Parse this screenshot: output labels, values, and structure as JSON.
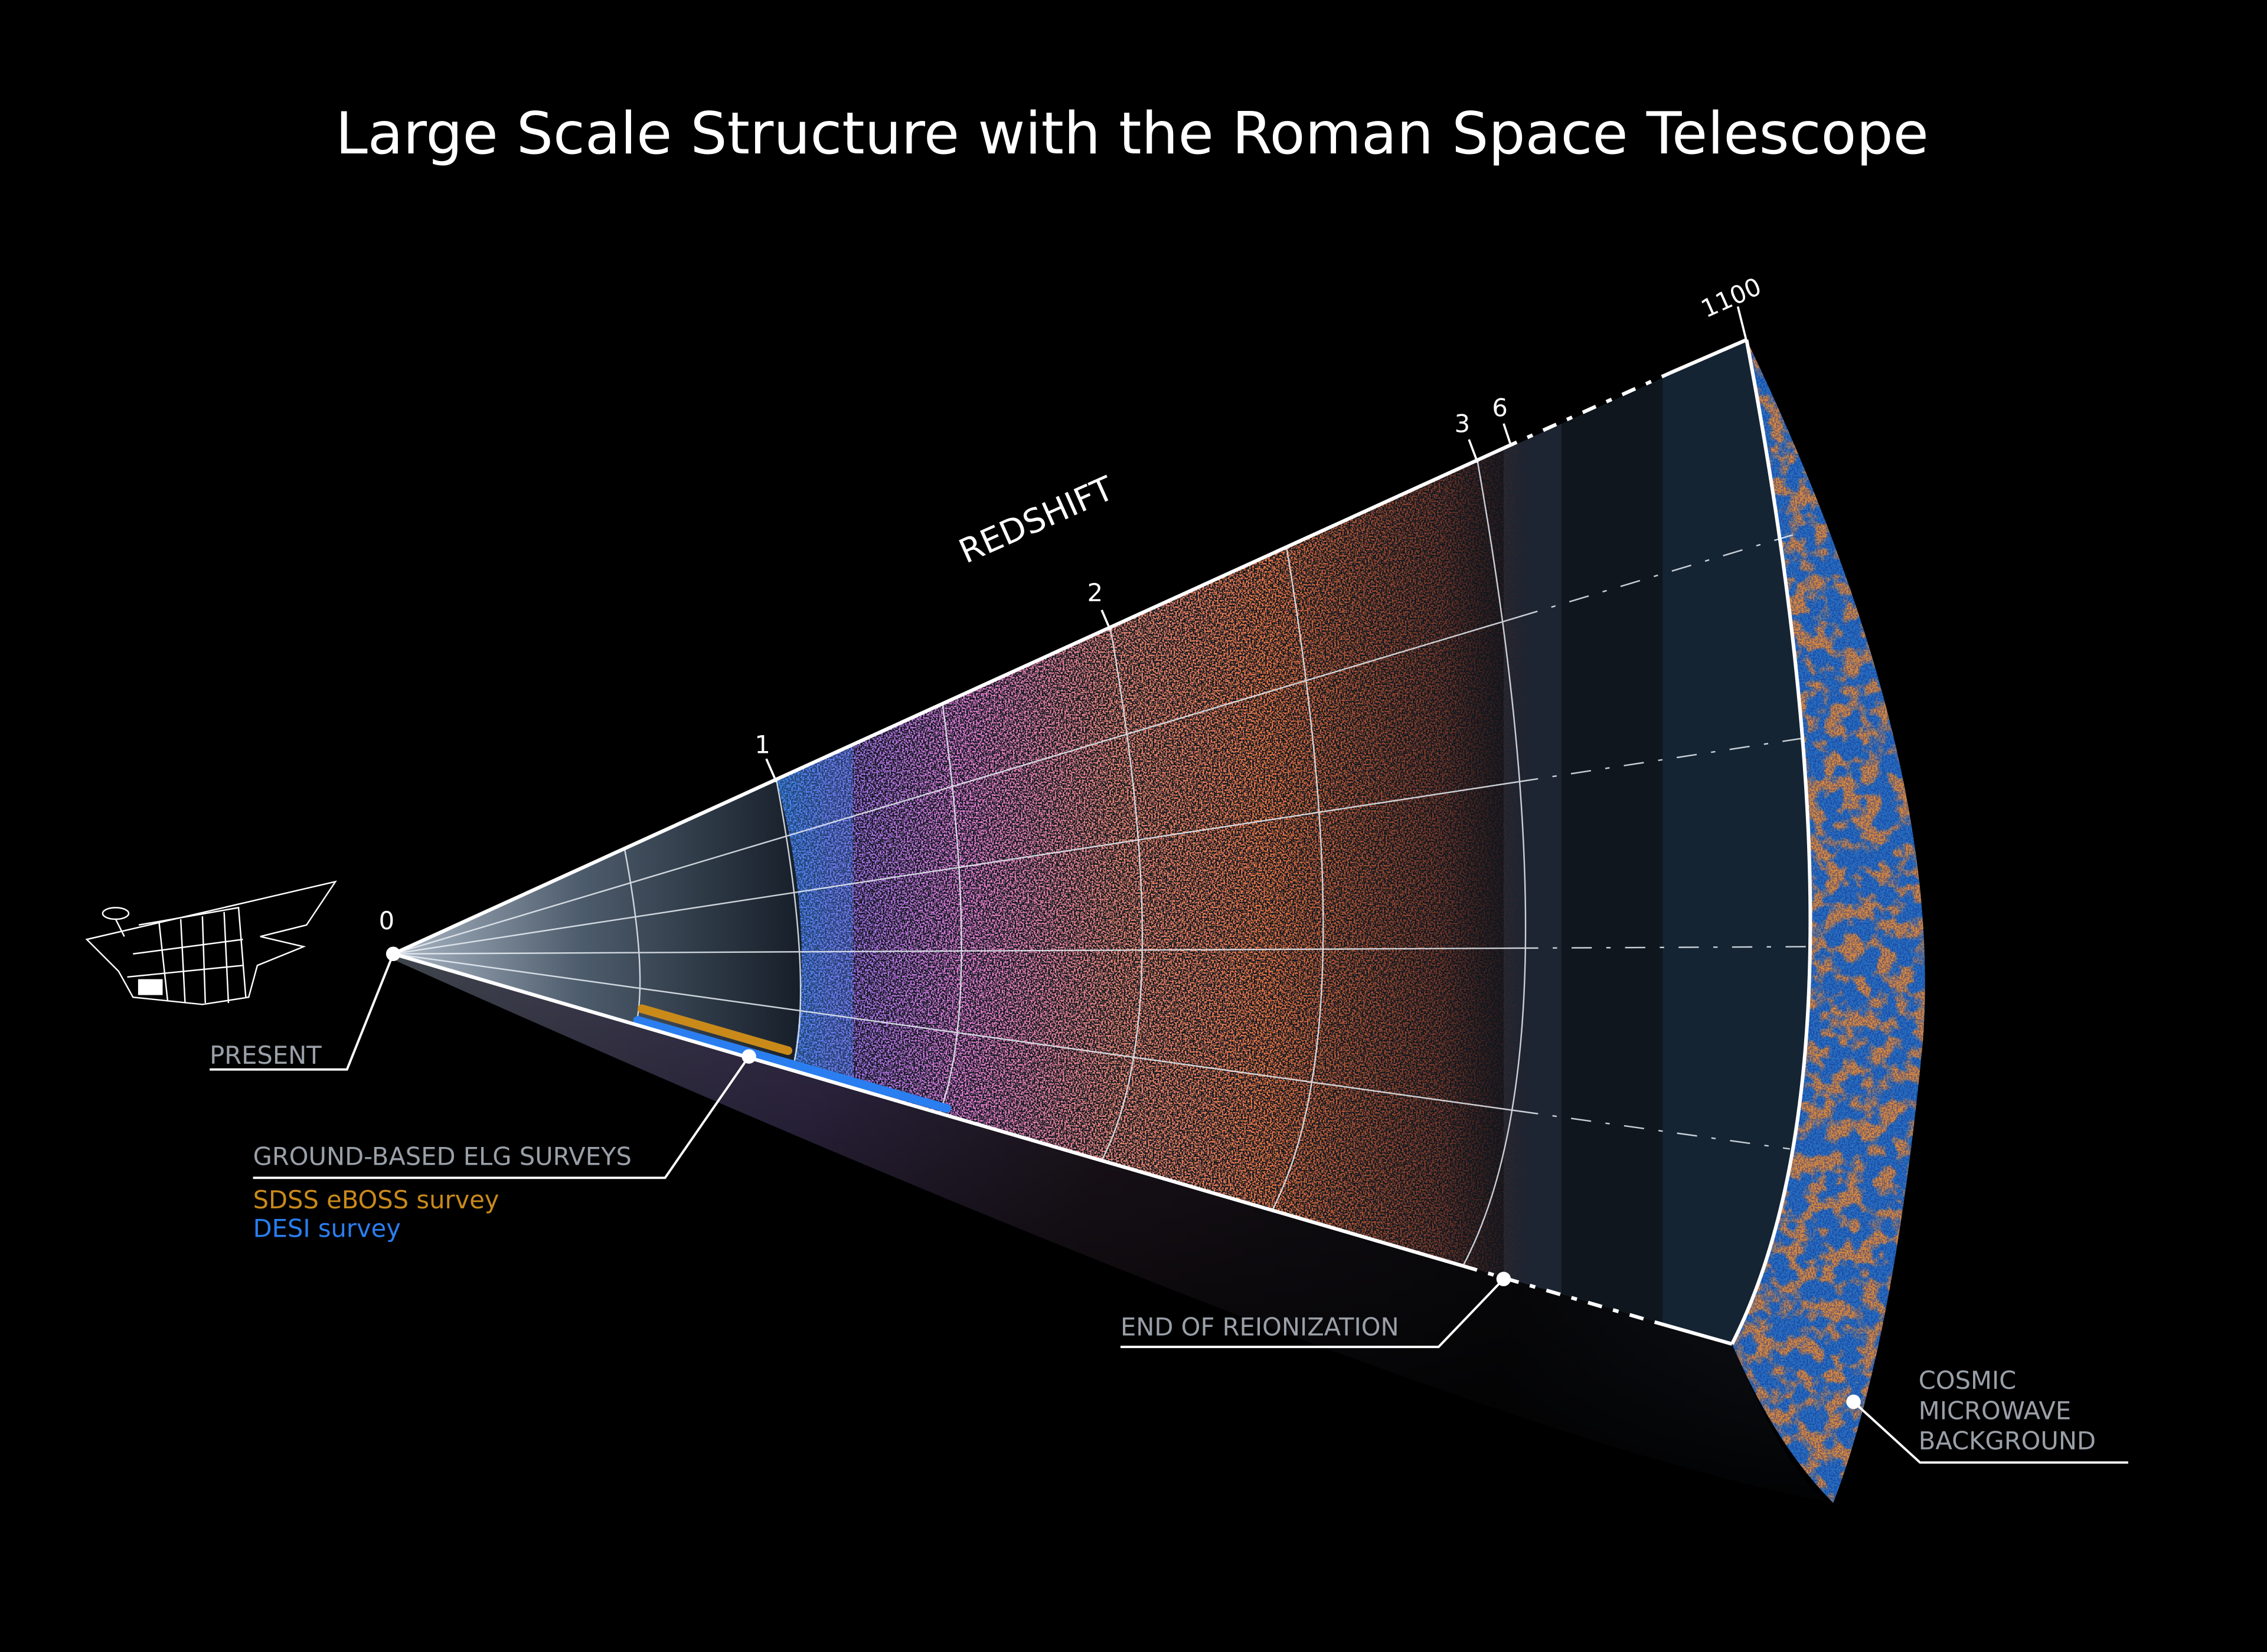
{
  "title": "Large Scale Structure with the Roman Space Telescope",
  "axis": {
    "label": "REDSHIFT",
    "ticks": [
      "0",
      "1",
      "2",
      "3",
      "6",
      "1100"
    ]
  },
  "callouts": {
    "present": "PRESENT",
    "ground_surveys": "GROUND-BASED ELG SURVEYS",
    "sdss": "SDSS eBOSS survey",
    "desi": "DESI survey",
    "reionization": "END OF REIONIZATION",
    "cmb_line1": "COSMIC",
    "cmb_line2": "MICROWAVE",
    "cmb_line3": "BACKGROUND"
  },
  "colors": {
    "background": "#000000",
    "sdss": "#c98a1a",
    "desi": "#2a7ef0",
    "label_gray": "#9aa0a8"
  }
}
